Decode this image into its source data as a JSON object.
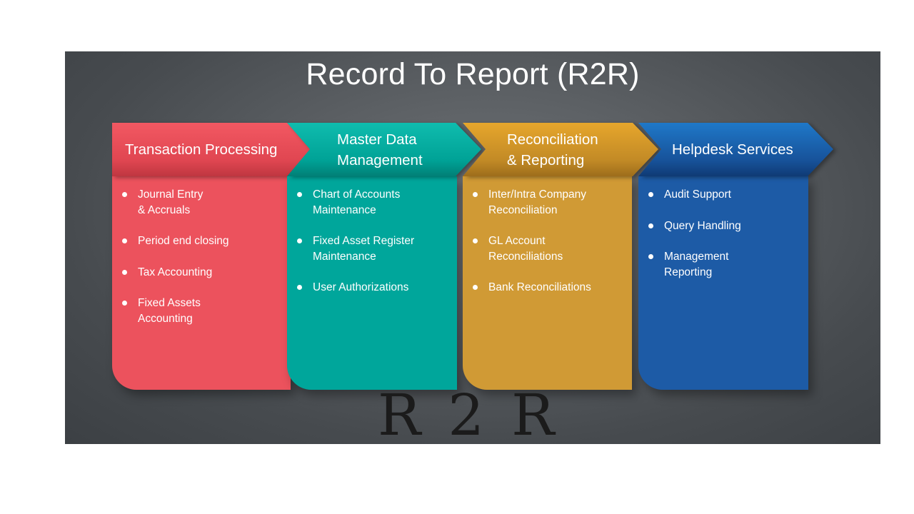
{
  "slide": {
    "title": "Record To Report (R2R)",
    "logo_text": "R2R",
    "background_color": "#55595d"
  },
  "columns": [
    {
      "title": "Transaction Processing",
      "color": "#ec525d",
      "items": [
        "Journal Entry\n& Accruals",
        "Period end closing",
        "Tax Accounting",
        "Fixed Assets\nAccounting"
      ]
    },
    {
      "title": "Master Data\nManagement",
      "color": "#00a69b",
      "items": [
        "Chart of Accounts\nMaintenance",
        "Fixed Asset Register\nMaintenance",
        "User Authorizations"
      ]
    },
    {
      "title": "Reconciliation\n& Reporting",
      "color": "#d09a35",
      "items": [
        "Inter/Intra Company\nReconciliation",
        "GL Account\nReconciliations",
        "Bank Reconciliations"
      ]
    },
    {
      "title": "Helpdesk Services",
      "color": "#1d5ba6",
      "items": [
        "Audit Support",
        "Query Handling",
        "Management\nReporting"
      ]
    }
  ]
}
